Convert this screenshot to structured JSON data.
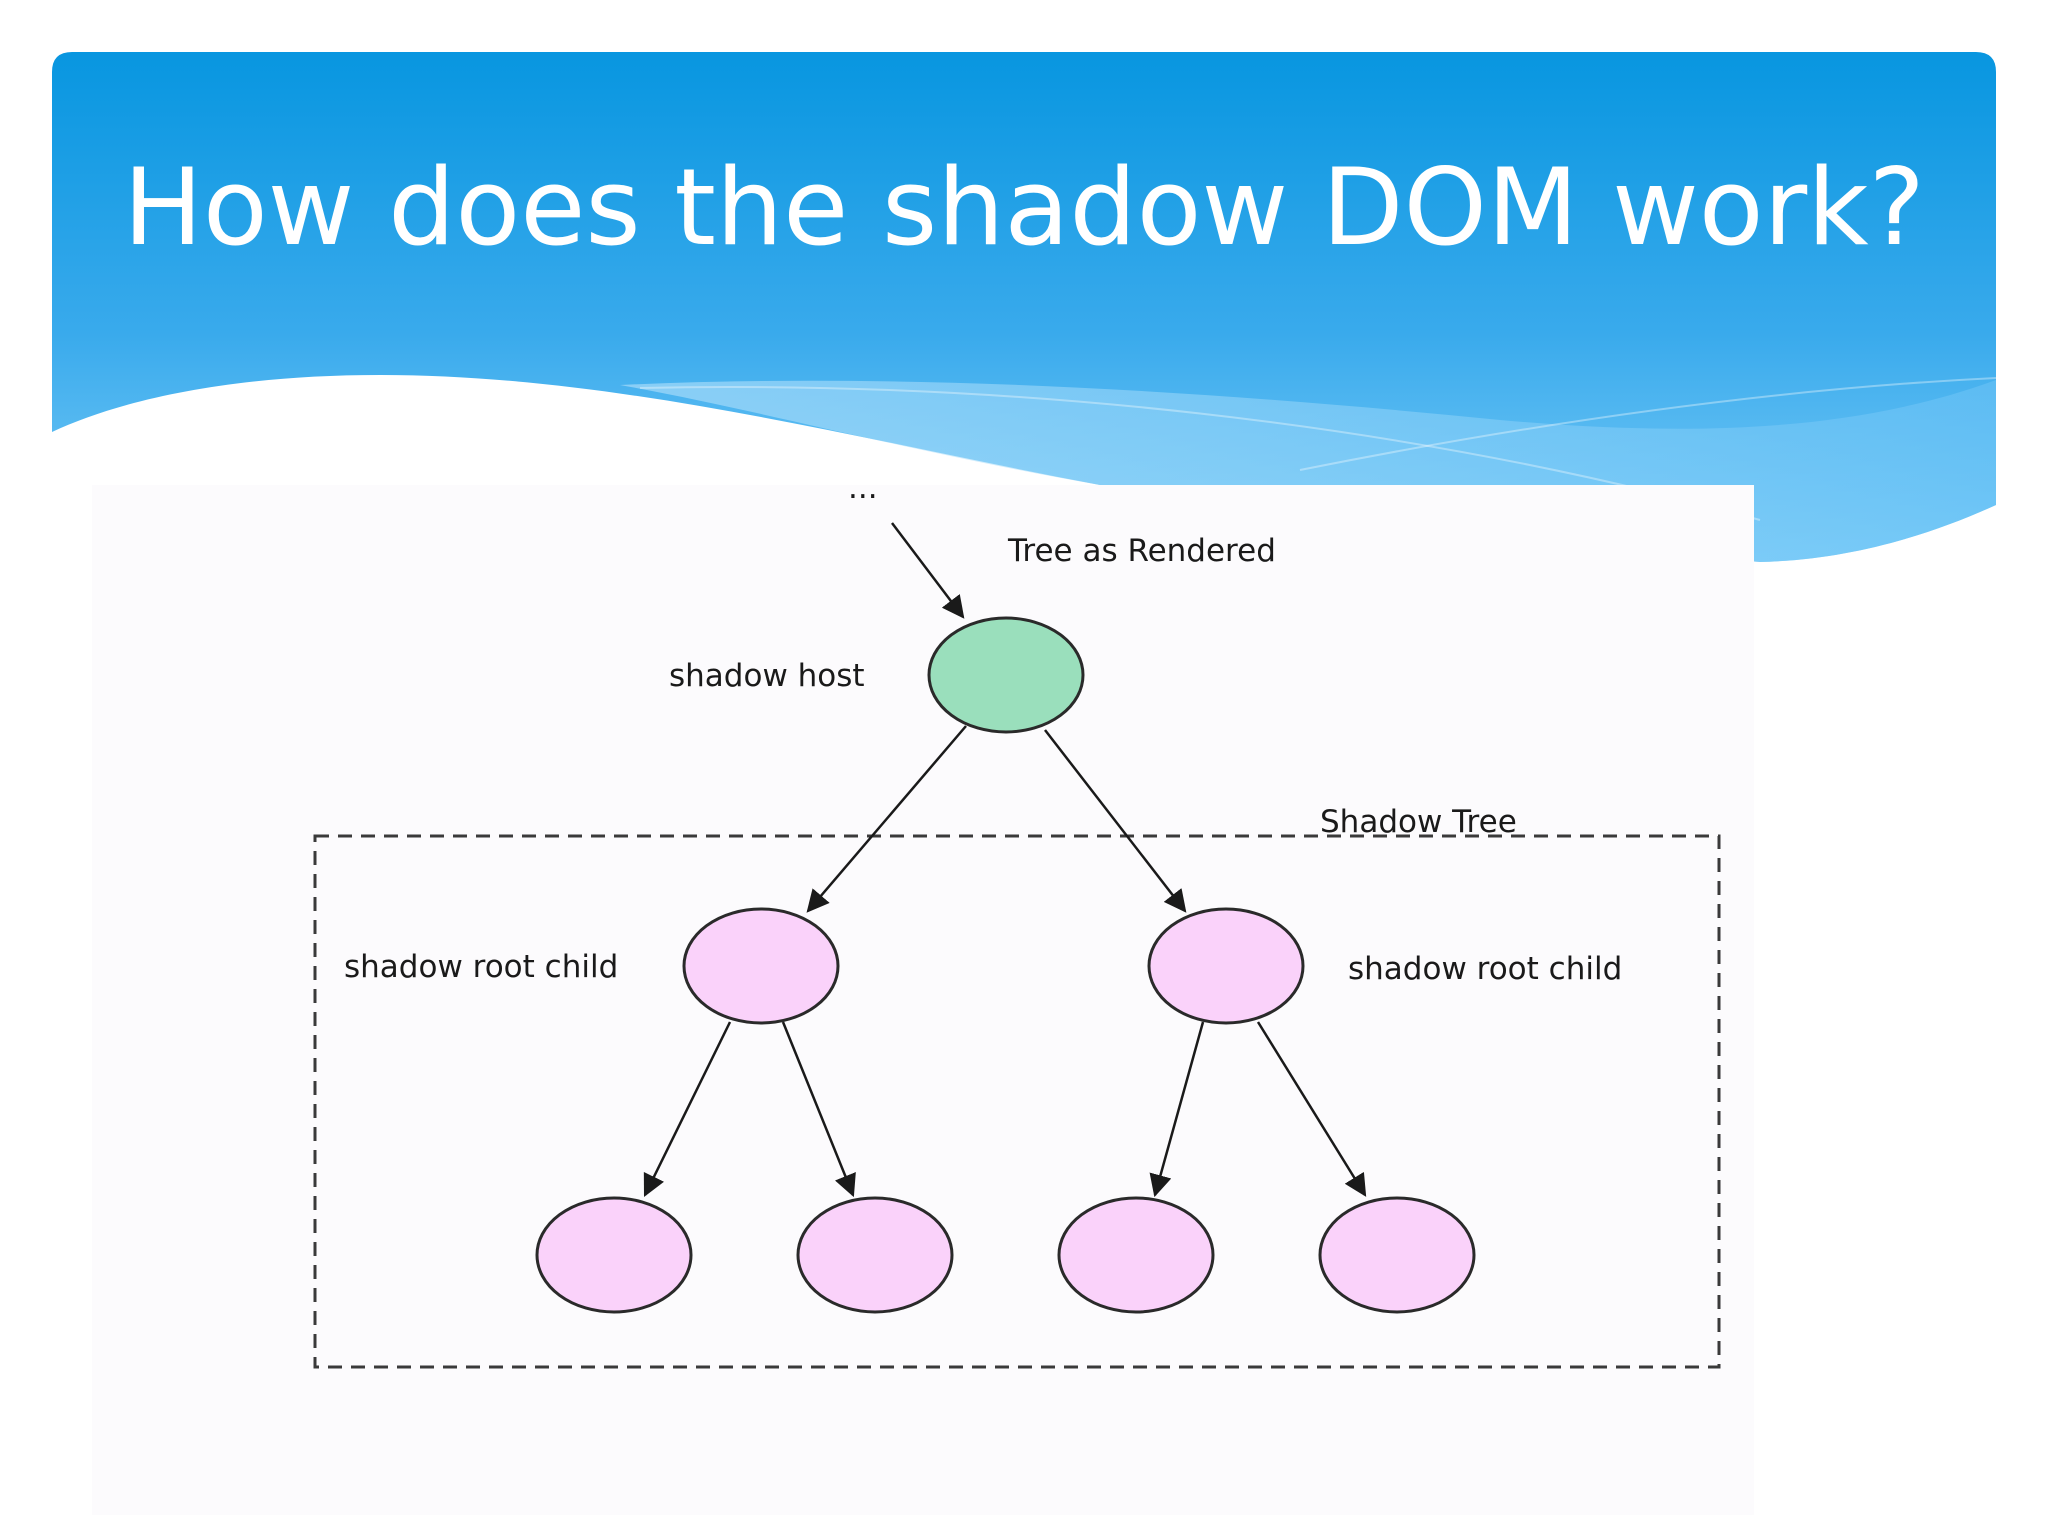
{
  "slide": {
    "title": "How does the shadow DOM work?"
  },
  "diagram": {
    "ellipsis": "...",
    "tree_label": "Tree as Rendered",
    "shadow_tree_label": "Shadow Tree",
    "host_label": "shadow host",
    "child_left_label": "shadow root child",
    "child_right_label": "shadow root child"
  },
  "colors": {
    "banner_top": "#0896e0",
    "banner_bottom": "#6dc4f6",
    "host_fill": "#9adfbc",
    "child_fill": "#fad2fa",
    "stroke": "#2a2a2a"
  }
}
